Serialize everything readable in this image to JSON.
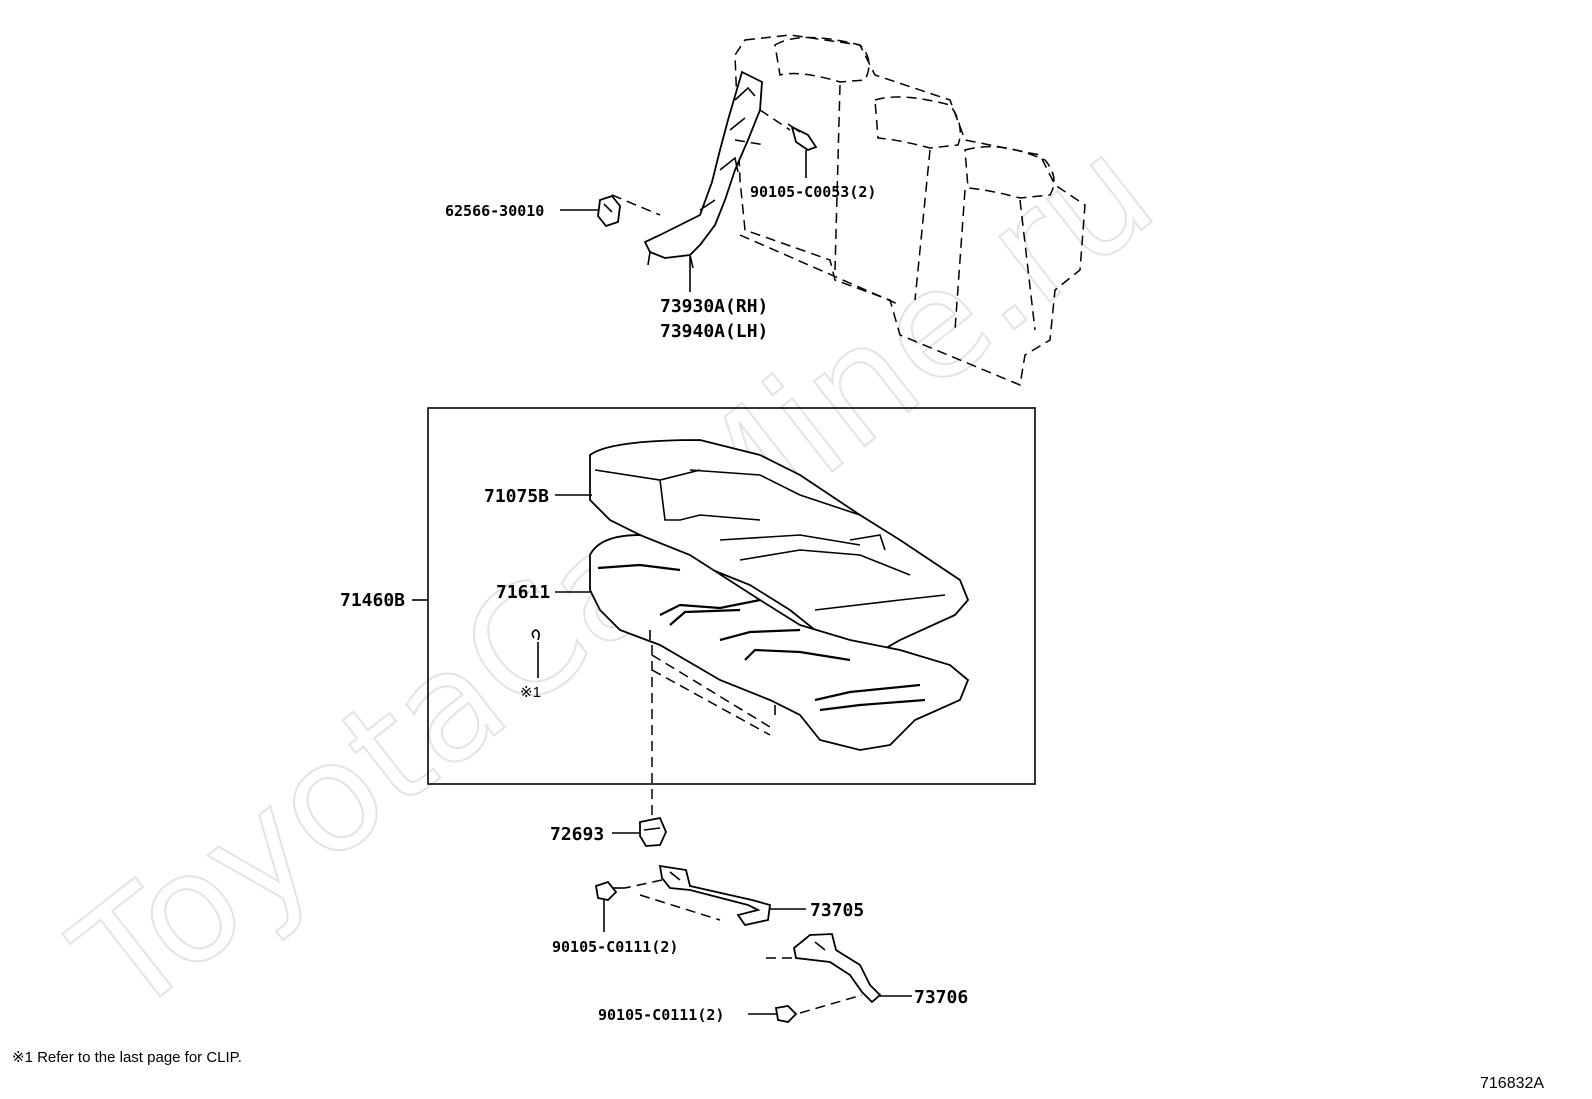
{
  "watermark": "ToyotaCarMine.ru",
  "callouts": {
    "p62566": "62566-30010",
    "p90105_c0053": "90105-C0053(2)",
    "p73930a": "73930A(RH)",
    "p73940a": "73940A(LH)",
    "p71075b": "71075B",
    "p71611": "71611",
    "p71460b": "71460B",
    "note_ref": "※1",
    "p72693": "72693",
    "p73705": "73705",
    "p90105_c0111_a": "90105-C0111(2)",
    "p73706": "73706",
    "p90105_c0111_b": "90105-C0111(2)"
  },
  "footnote": "※1 Refer to the last page for CLIP.",
  "figure_code": "716832A"
}
